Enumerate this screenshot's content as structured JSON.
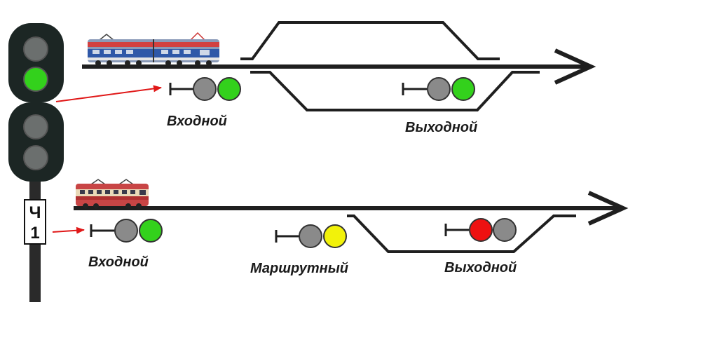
{
  "colors": {
    "track": "#1f1f1f",
    "lamp_off": "#8a8a8a",
    "lamp_green": "#33d11c",
    "lamp_yellow": "#f2f20a",
    "lamp_red": "#ee1111",
    "arrow_red": "#e01818",
    "signal_body": "#1c2624"
  },
  "mast": {
    "plate_top": "Ч",
    "plate_bottom": "1",
    "head1_lamps": [
      "off",
      "green"
    ],
    "head2_lamps": [
      "off",
      "off"
    ]
  },
  "scheme_top": {
    "entry_label": "Входной",
    "entry_lamps": [
      "off",
      "green"
    ],
    "exit_label": "Выходной",
    "exit_lamps": [
      "off",
      "green"
    ]
  },
  "scheme_bottom": {
    "entry_label": "Входной",
    "entry_lamps": [
      "off",
      "green"
    ],
    "route_label": "Маршрутный",
    "route_lamps": [
      "off",
      "yellow"
    ],
    "exit_label": "Выходной",
    "exit_lamps": [
      "red",
      "off"
    ]
  }
}
